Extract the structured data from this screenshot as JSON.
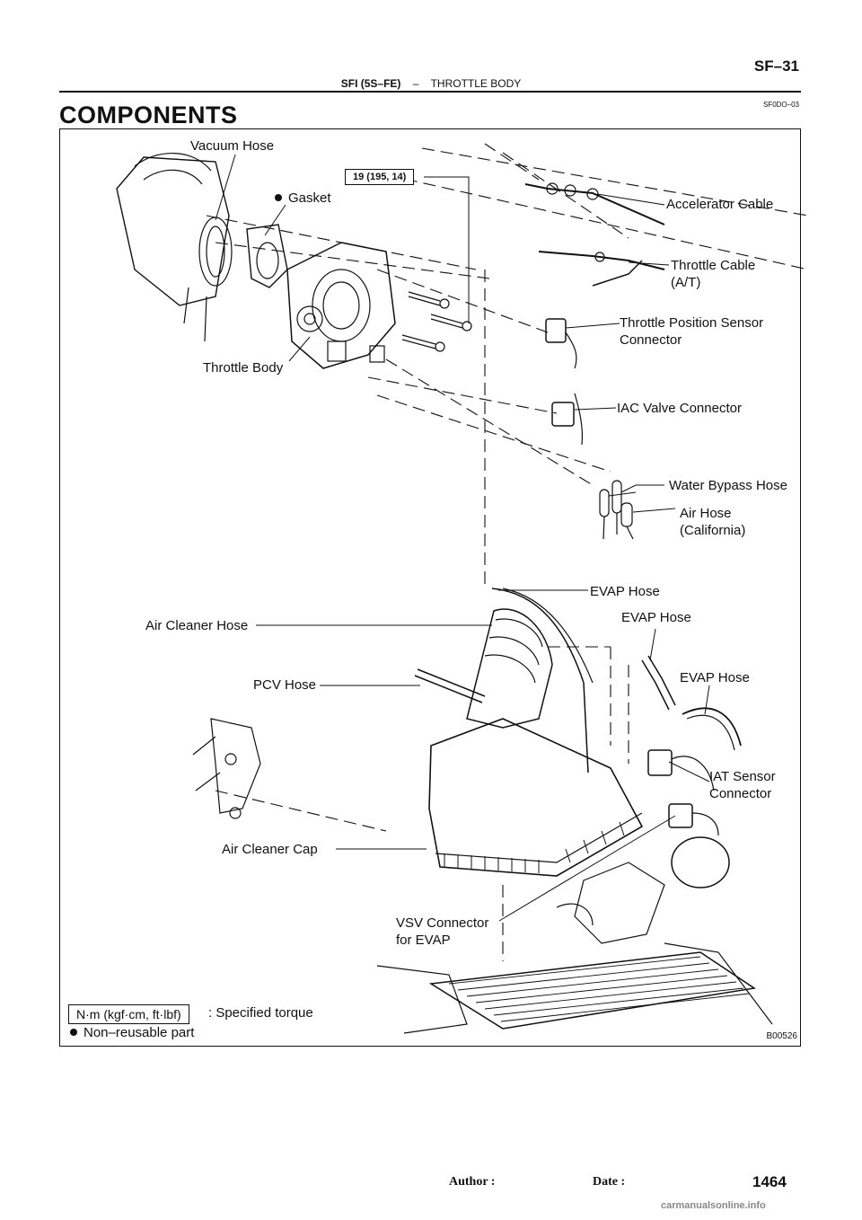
{
  "header": {
    "page_code": "SF–31",
    "section": "SFI (5S–FE)",
    "separator": "–",
    "subsection": "THROTTLE BODY",
    "ref_code": "SF0DO–03"
  },
  "title": "COMPONENTS",
  "diagram": {
    "torque_spec": "19 (195, 14)",
    "labels": {
      "vacuum_hose": "Vacuum Hose",
      "gasket": "Gasket",
      "throttle_body": "Throttle Body",
      "accelerator_cable": "Accelerator Cable",
      "throttle_cable_1": "Throttle Cable",
      "throttle_cable_2": "(A/T)",
      "tps_connector_1": "Throttle Position Sensor",
      "tps_connector_2": "Connector",
      "iac_connector": "IAC Valve Connector",
      "water_bypass_hose": "Water Bypass Hose",
      "air_hose_1": "Air Hose",
      "air_hose_2": "(California)",
      "evap_hose_a": "EVAP Hose",
      "evap_hose_b": "EVAP Hose",
      "evap_hose_c": "EVAP Hose",
      "air_cleaner_hose": "Air Cleaner Hose",
      "pcv_hose": "PCV Hose",
      "iat_connector_1": "IAT Sensor",
      "iat_connector_2": "Connector",
      "air_cleaner_cap": "Air Cleaner Cap",
      "vsv_connector_1": "VSV Connector",
      "vsv_connector_2": "for EVAP"
    },
    "figure_id": "B00526"
  },
  "legend": {
    "torque_units": "N·m (kgf·cm, ft·lbf)",
    "torque_text": ": Specified torque",
    "nonreusable_text": "Non–reusable part"
  },
  "footer": {
    "author_label": "Author :",
    "date_label": "Date :",
    "page_number": "1464",
    "watermark": "carmanualsonline.info"
  }
}
